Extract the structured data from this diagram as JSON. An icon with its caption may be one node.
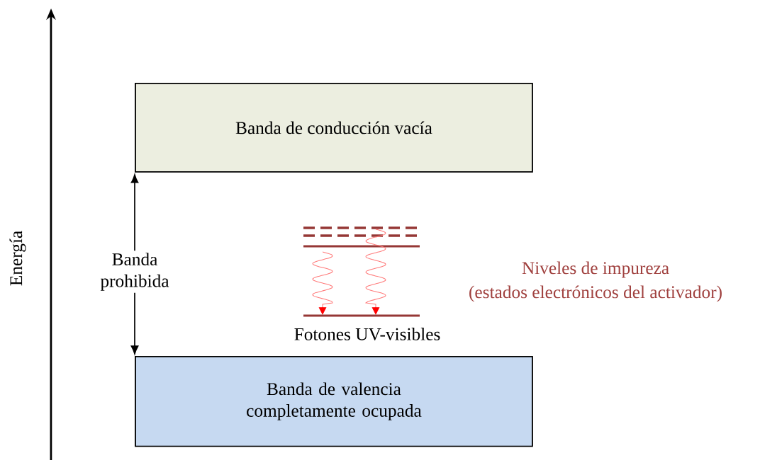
{
  "diagram": {
    "nodes": [
      {
        "text": [
          "Banda de conducción vacía"
        ]
      },
      {
        "text": [
          "Banda de valencia completamente ocupada"
        ]
      },
      {
        "text": [
          "Banda prohibida"
        ]
      }
    ],
    "edges": [
      {
        "from": 2,
        "to": 0,
        "arrow": "to"
      },
      {
        "from": 2,
        "to": 1,
        "arrow": "to"
      }
    ],
    "labels": [
      "Energía",
      "Niveles de impureza",
      "(estados electrónicos  del activador)",
      "Fotones UV-visibles"
    ]
  }
}
